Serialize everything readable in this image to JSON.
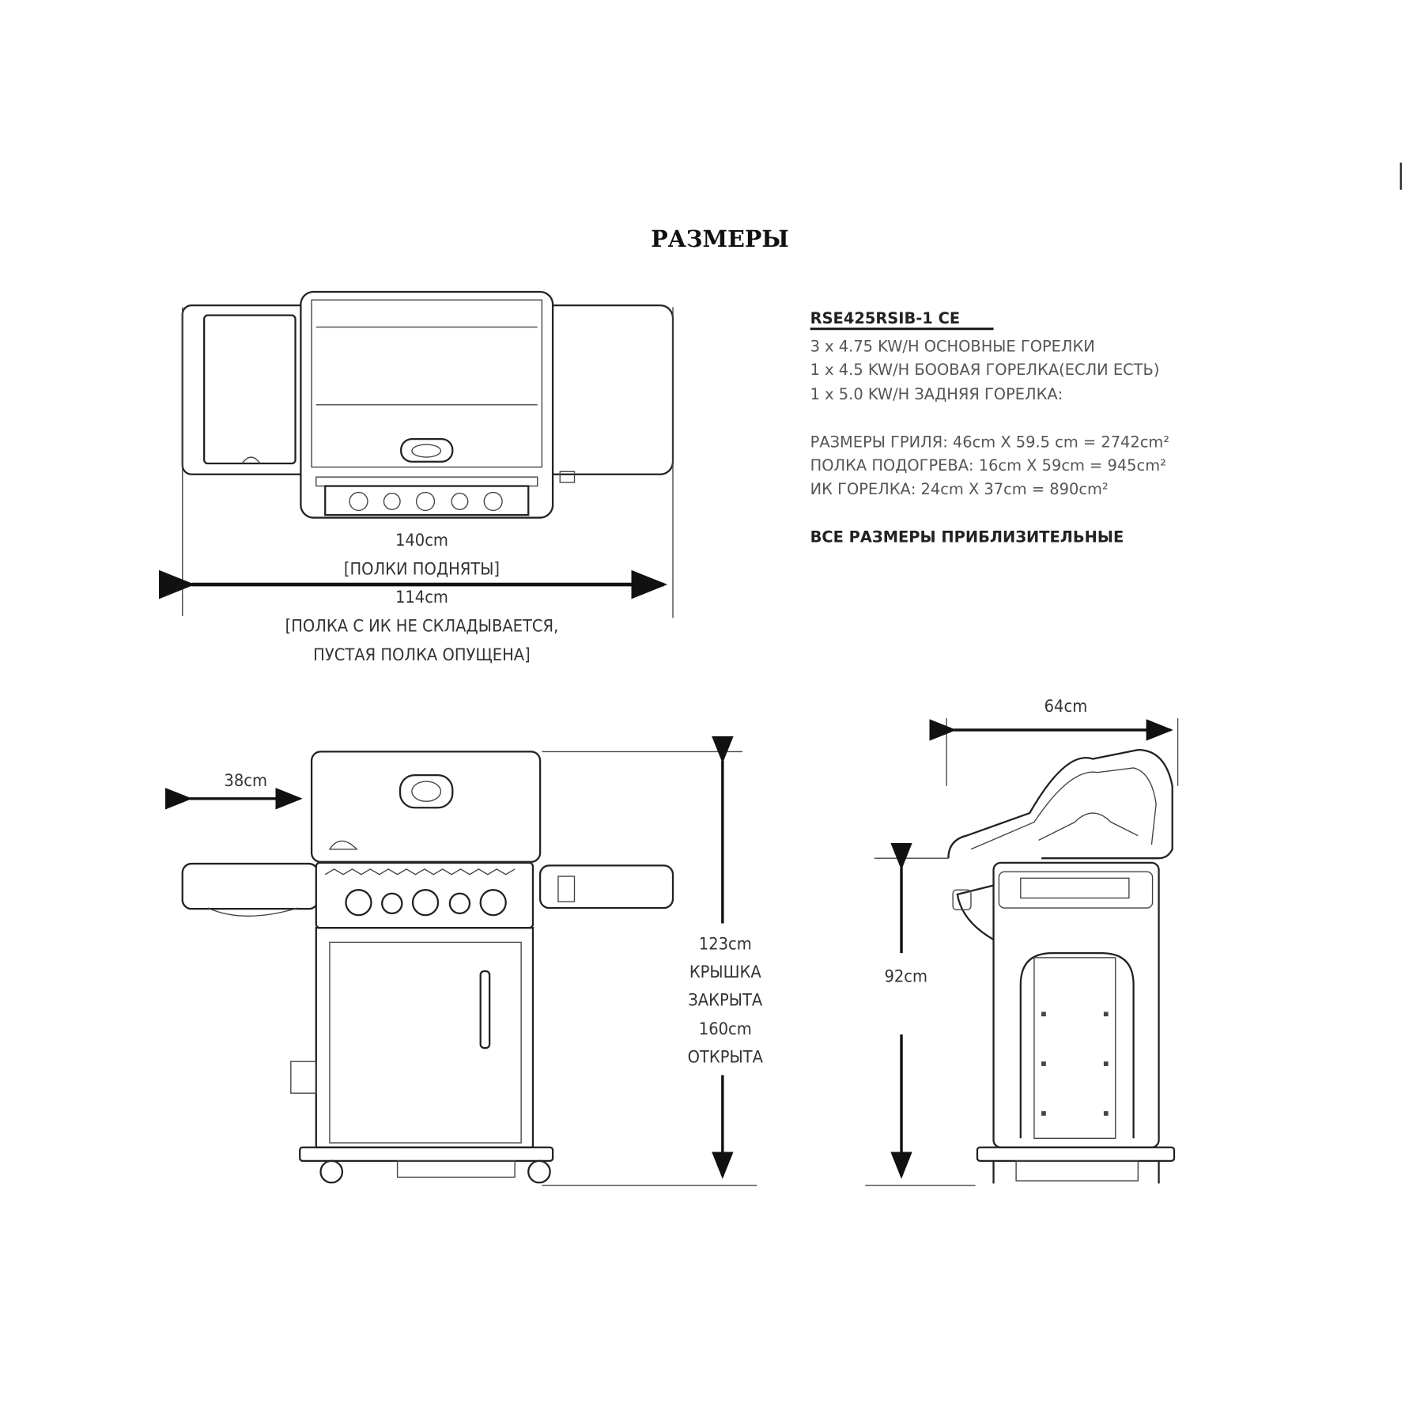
{
  "title": "РАЗМЕРЫ",
  "specs": {
    "model": "RSE425RSIB-1 CE",
    "burners": [
      "3 x 4.75 KW/H ОСНОВНЫЕ ГОРЕЛКИ",
      "1 x 4.5 KW/H БООВАЯ ГОРЕЛКА(ЕСЛИ ЕСТЬ)",
      "1 x 5.0 KW/H ЗАДНЯЯ ГОРЕЛКА:"
    ],
    "areas": [
      "РАЗМЕРЫ ГРИЛЯ: 46cm X 59.5 cm = 2742cm²",
      "ПОЛКА ПОДОГРЕВА: 16cm X 59cm = 945cm²",
      "ИК ГОРЕЛКА: 24cm X 37cm = 890cm²"
    ],
    "note": "ВСЕ РАЗМЕРЫ ПРИБЛИЗИТЕЛЬНЫЕ"
  },
  "top_view": {
    "width_raised": "140cm",
    "width_raised_note": "[ПОЛКИ ПОДНЯТЫ]",
    "width_lowered": "114cm",
    "width_lowered_note_1": "[ПОЛКА С ИК НЕ СКЛАДЫВАЕТСЯ,",
    "width_lowered_note_2": "ПУСТАЯ ПОЛКА ОПУЩЕНА]"
  },
  "front_view": {
    "shelf_width": "38cm",
    "height_closed": "123cm",
    "lid_label": "КРЫШКА",
    "closed_label": "ЗАКРЫТА",
    "height_open": "160cm",
    "open_label": "ОТКРЫТА"
  },
  "side_view": {
    "depth": "64cm",
    "work_height": "92cm"
  }
}
